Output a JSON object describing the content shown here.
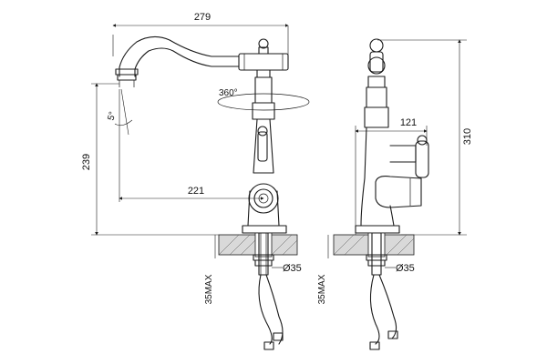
{
  "front_view": {
    "dim_width": "279",
    "dim_rotation": "360°",
    "dim_tilt": "5°",
    "dim_height": "239",
    "dim_reach": "221",
    "dim_hole": "Ø35",
    "dim_deck": "35MAX"
  },
  "side_view": {
    "dim_handle": "121",
    "dim_height": "310",
    "dim_hole": "Ø35",
    "dim_deck": "35MAX"
  }
}
